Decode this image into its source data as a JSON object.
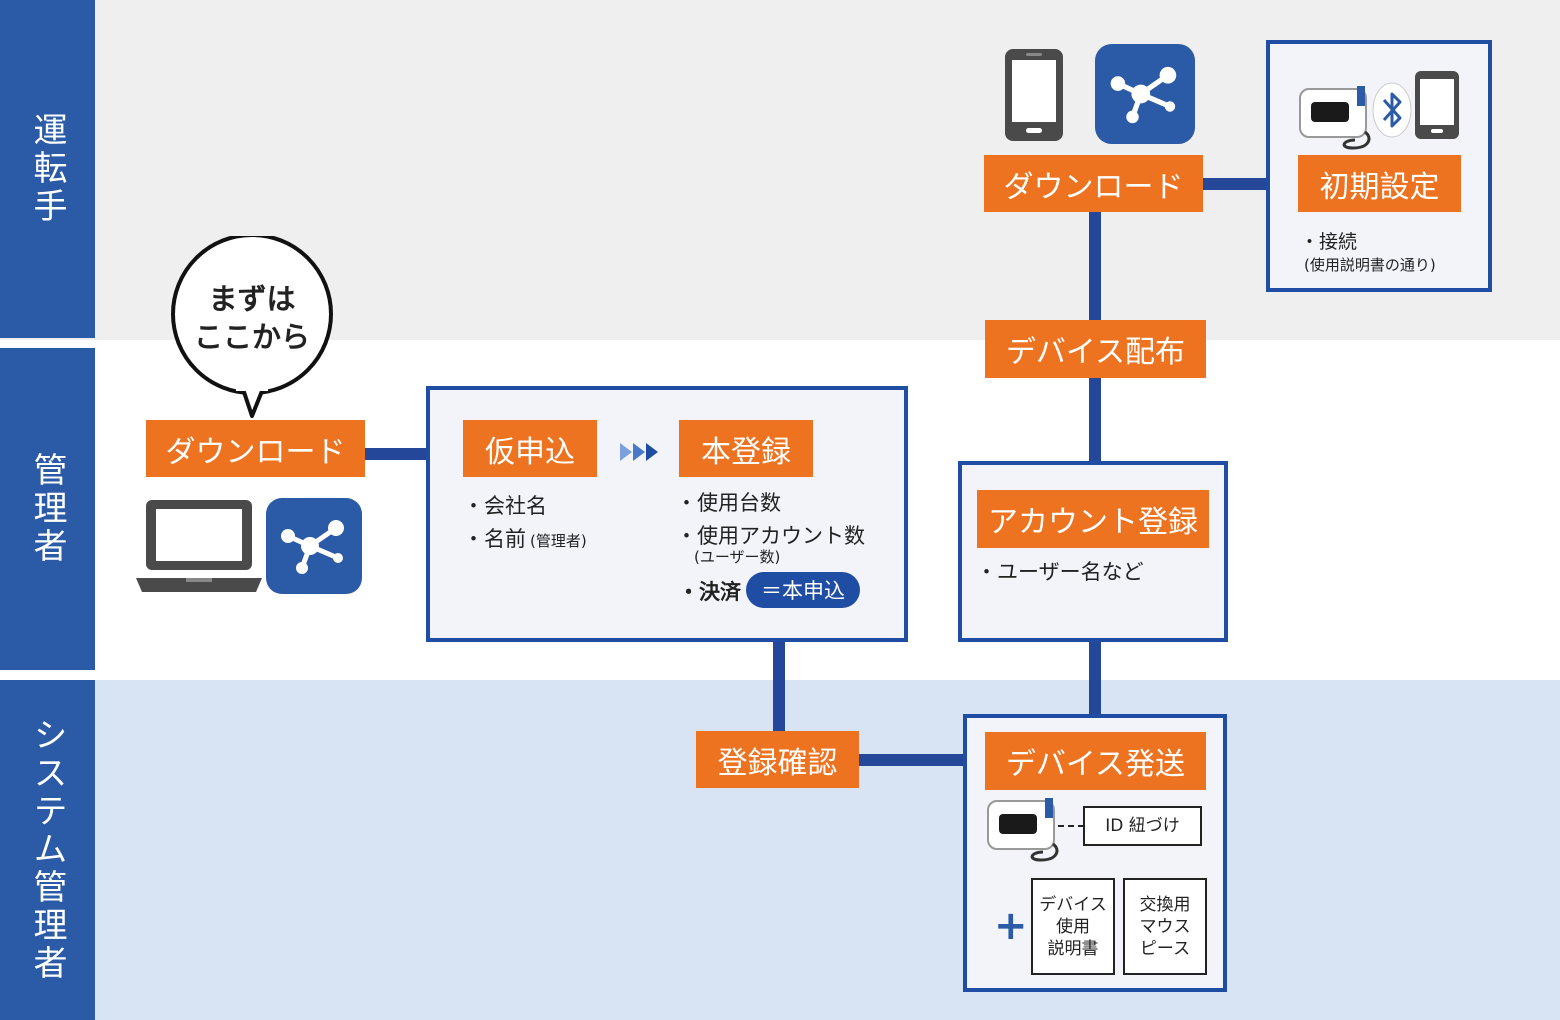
{
  "lanes": {
    "driver": "運転手",
    "admin": "管理者",
    "sysadmin": "システム管理者"
  },
  "speech_bubble": {
    "line1": "まずは",
    "line2": "ここから"
  },
  "admin_download": {
    "label": "ダウンロード"
  },
  "apply_box": {
    "temp_apply": {
      "label": "仮申込",
      "items": [
        "・会社名",
        "・名前"
      ],
      "item2_note": "(管理者)"
    },
    "main_register": {
      "label": "本登録",
      "item1": "・使用台数",
      "item2": "・使用アカウント数",
      "item2_note": "(ユーザー数)",
      "item3": "・決済",
      "item3_badge": "＝本申込"
    }
  },
  "register_confirm": {
    "label": "登録確認"
  },
  "driver_download": {
    "label": "ダウンロード"
  },
  "initial_setup": {
    "label": "初期設定",
    "item": "・接続",
    "note": "(使用説明書の通り)"
  },
  "device_distribution": {
    "label": "デバイス配布"
  },
  "account_register": {
    "label": "アカウント登録",
    "item": "・ユーザー名など"
  },
  "device_shipping": {
    "label": "デバイス発送",
    "id_link": "ID 紐づけ",
    "manual": {
      "line1": "デバイス",
      "line2": "使用",
      "line3": "説明書"
    },
    "mouthpiece": {
      "line1": "交換用",
      "line2": "マウス",
      "line3": "ピース"
    },
    "plus": "+"
  },
  "colors": {
    "orange": "#ee7321",
    "navy": "#24479a",
    "lane_blue": "#2b5aa6",
    "top_band": "#efefef",
    "bottom_band": "#d8e3f3"
  }
}
